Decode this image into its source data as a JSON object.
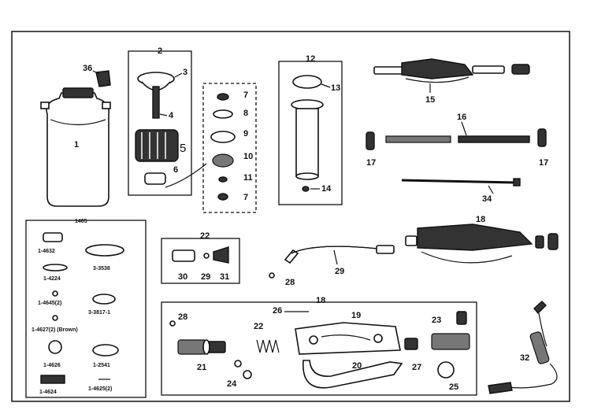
{
  "colors": {
    "ink": "#111111",
    "paper": "#ffffff",
    "shade": "#777777"
  },
  "callouts": {
    "c1": "1",
    "c2": "2",
    "c3": "3",
    "c4": "4",
    "c5": "5",
    "c6": "6",
    "c7a": "7",
    "c7b": "7",
    "c8": "8",
    "c9": "9",
    "c10": "10",
    "c11": "11",
    "c12": "12",
    "c13": "13",
    "c14": "14",
    "c15": "15",
    "c16": "16",
    "c17a": "17",
    "c17b": "17",
    "c18a": "18",
    "c18b": "18",
    "c19": "19",
    "c20": "20",
    "c21": "21",
    "c22a": "22",
    "c22b": "22",
    "c23": "23",
    "c24": "24",
    "c25": "25",
    "c26": "26",
    "c27": "27",
    "c28a": "28",
    "c28b": "28",
    "c29a": "29",
    "c29b": "29",
    "c30": "30",
    "c31": "31",
    "c32": "32",
    "c34": "34",
    "c36": "36"
  },
  "kit": {
    "header": "1465",
    "parts": {
      "p1": "1-4632",
      "p2": "3-3538",
      "p3": "1-4224",
      "p4": "1-4645(2)",
      "p5": "1-4627(2) (Brown)",
      "p6": "3-3817-1",
      "p7": "1-4626",
      "p8": "1-2541",
      "p9": "1-4624",
      "p10": "1-4625(2)"
    }
  }
}
